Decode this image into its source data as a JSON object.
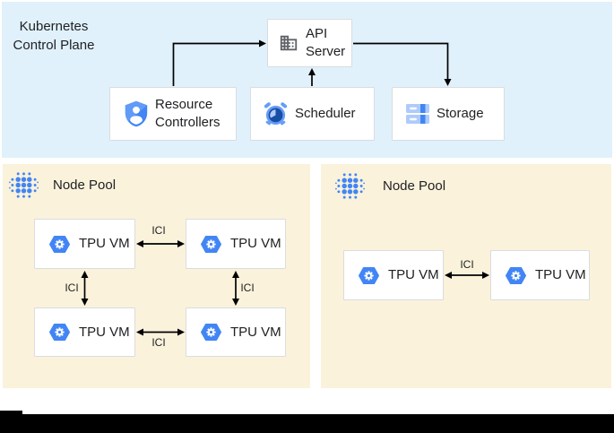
{
  "control_plane": {
    "title": "Kubernetes Control Plane",
    "api_server": {
      "label": "API Server",
      "icon": "building-icon"
    },
    "resource_controllers": {
      "label": "Resource Controllers",
      "icon": "shield-user-icon"
    },
    "scheduler": {
      "label": "Scheduler",
      "icon": "alarm-clock-icon"
    },
    "storage": {
      "label": "Storage",
      "icon": "storage-disks-icon"
    }
  },
  "node_pools": [
    {
      "label": "Node Pool",
      "icon": "node-pool-dots-icon",
      "vms": [
        {
          "label": "TPU VM",
          "icon": "tpu-hexagon-gear-icon"
        },
        {
          "label": "TPU VM",
          "icon": "tpu-hexagon-gear-icon"
        },
        {
          "label": "TPU VM",
          "icon": "tpu-hexagon-gear-icon"
        },
        {
          "label": "TPU VM",
          "icon": "tpu-hexagon-gear-icon"
        }
      ]
    },
    {
      "label": "Node Pool",
      "icon": "node-pool-dots-icon",
      "vms": [
        {
          "label": "TPU VM",
          "icon": "tpu-hexagon-gear-icon"
        },
        {
          "label": "TPU VM",
          "icon": "tpu-hexagon-gear-icon"
        }
      ]
    }
  ],
  "interconnect": {
    "label": "ICI"
  },
  "colors": {
    "control-plane-bg": "#E0F1FB",
    "node-pool-bg": "#FAF2DB",
    "box-border": "#DADCE0",
    "text": "#202124",
    "google-blue": "#4285F4",
    "mid-blue": "#669DF6",
    "pale-blue": "#AECBFA",
    "dark-blue": "#174EA6",
    "icon-gray": "#5F6368",
    "arrow": "#000000",
    "bottom-bar": "#000000"
  }
}
